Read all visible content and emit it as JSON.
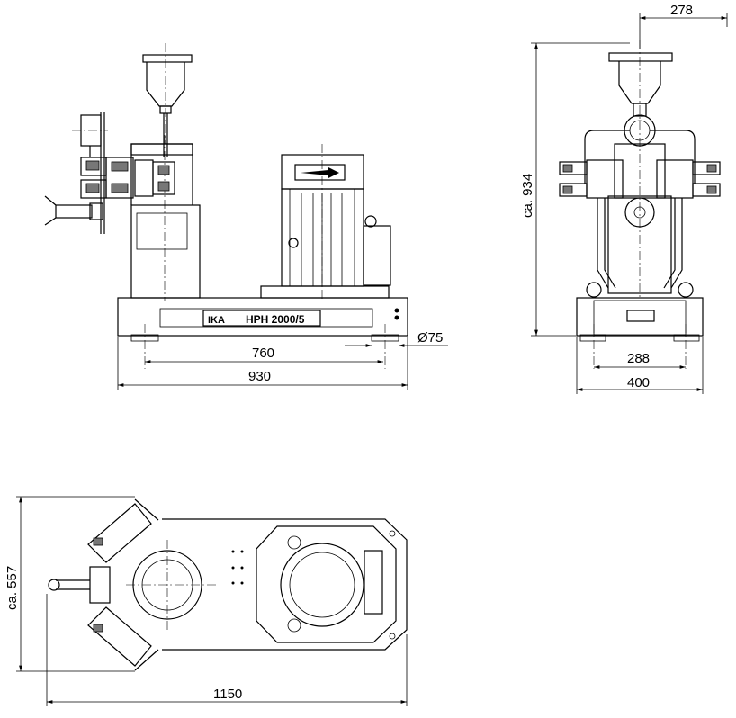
{
  "front_view": {
    "plate_text": "IKA",
    "model_text": "HPH 2000/5",
    "dim_760": "760",
    "dim_930": "930",
    "dim_diameter": "Ø75"
  },
  "side_view": {
    "dim_278": "278",
    "dim_height": "ca. 934",
    "dim_288": "288",
    "dim_400": "400"
  },
  "top_view": {
    "dim_depth": "ca. 557",
    "dim_1150": "1150"
  }
}
